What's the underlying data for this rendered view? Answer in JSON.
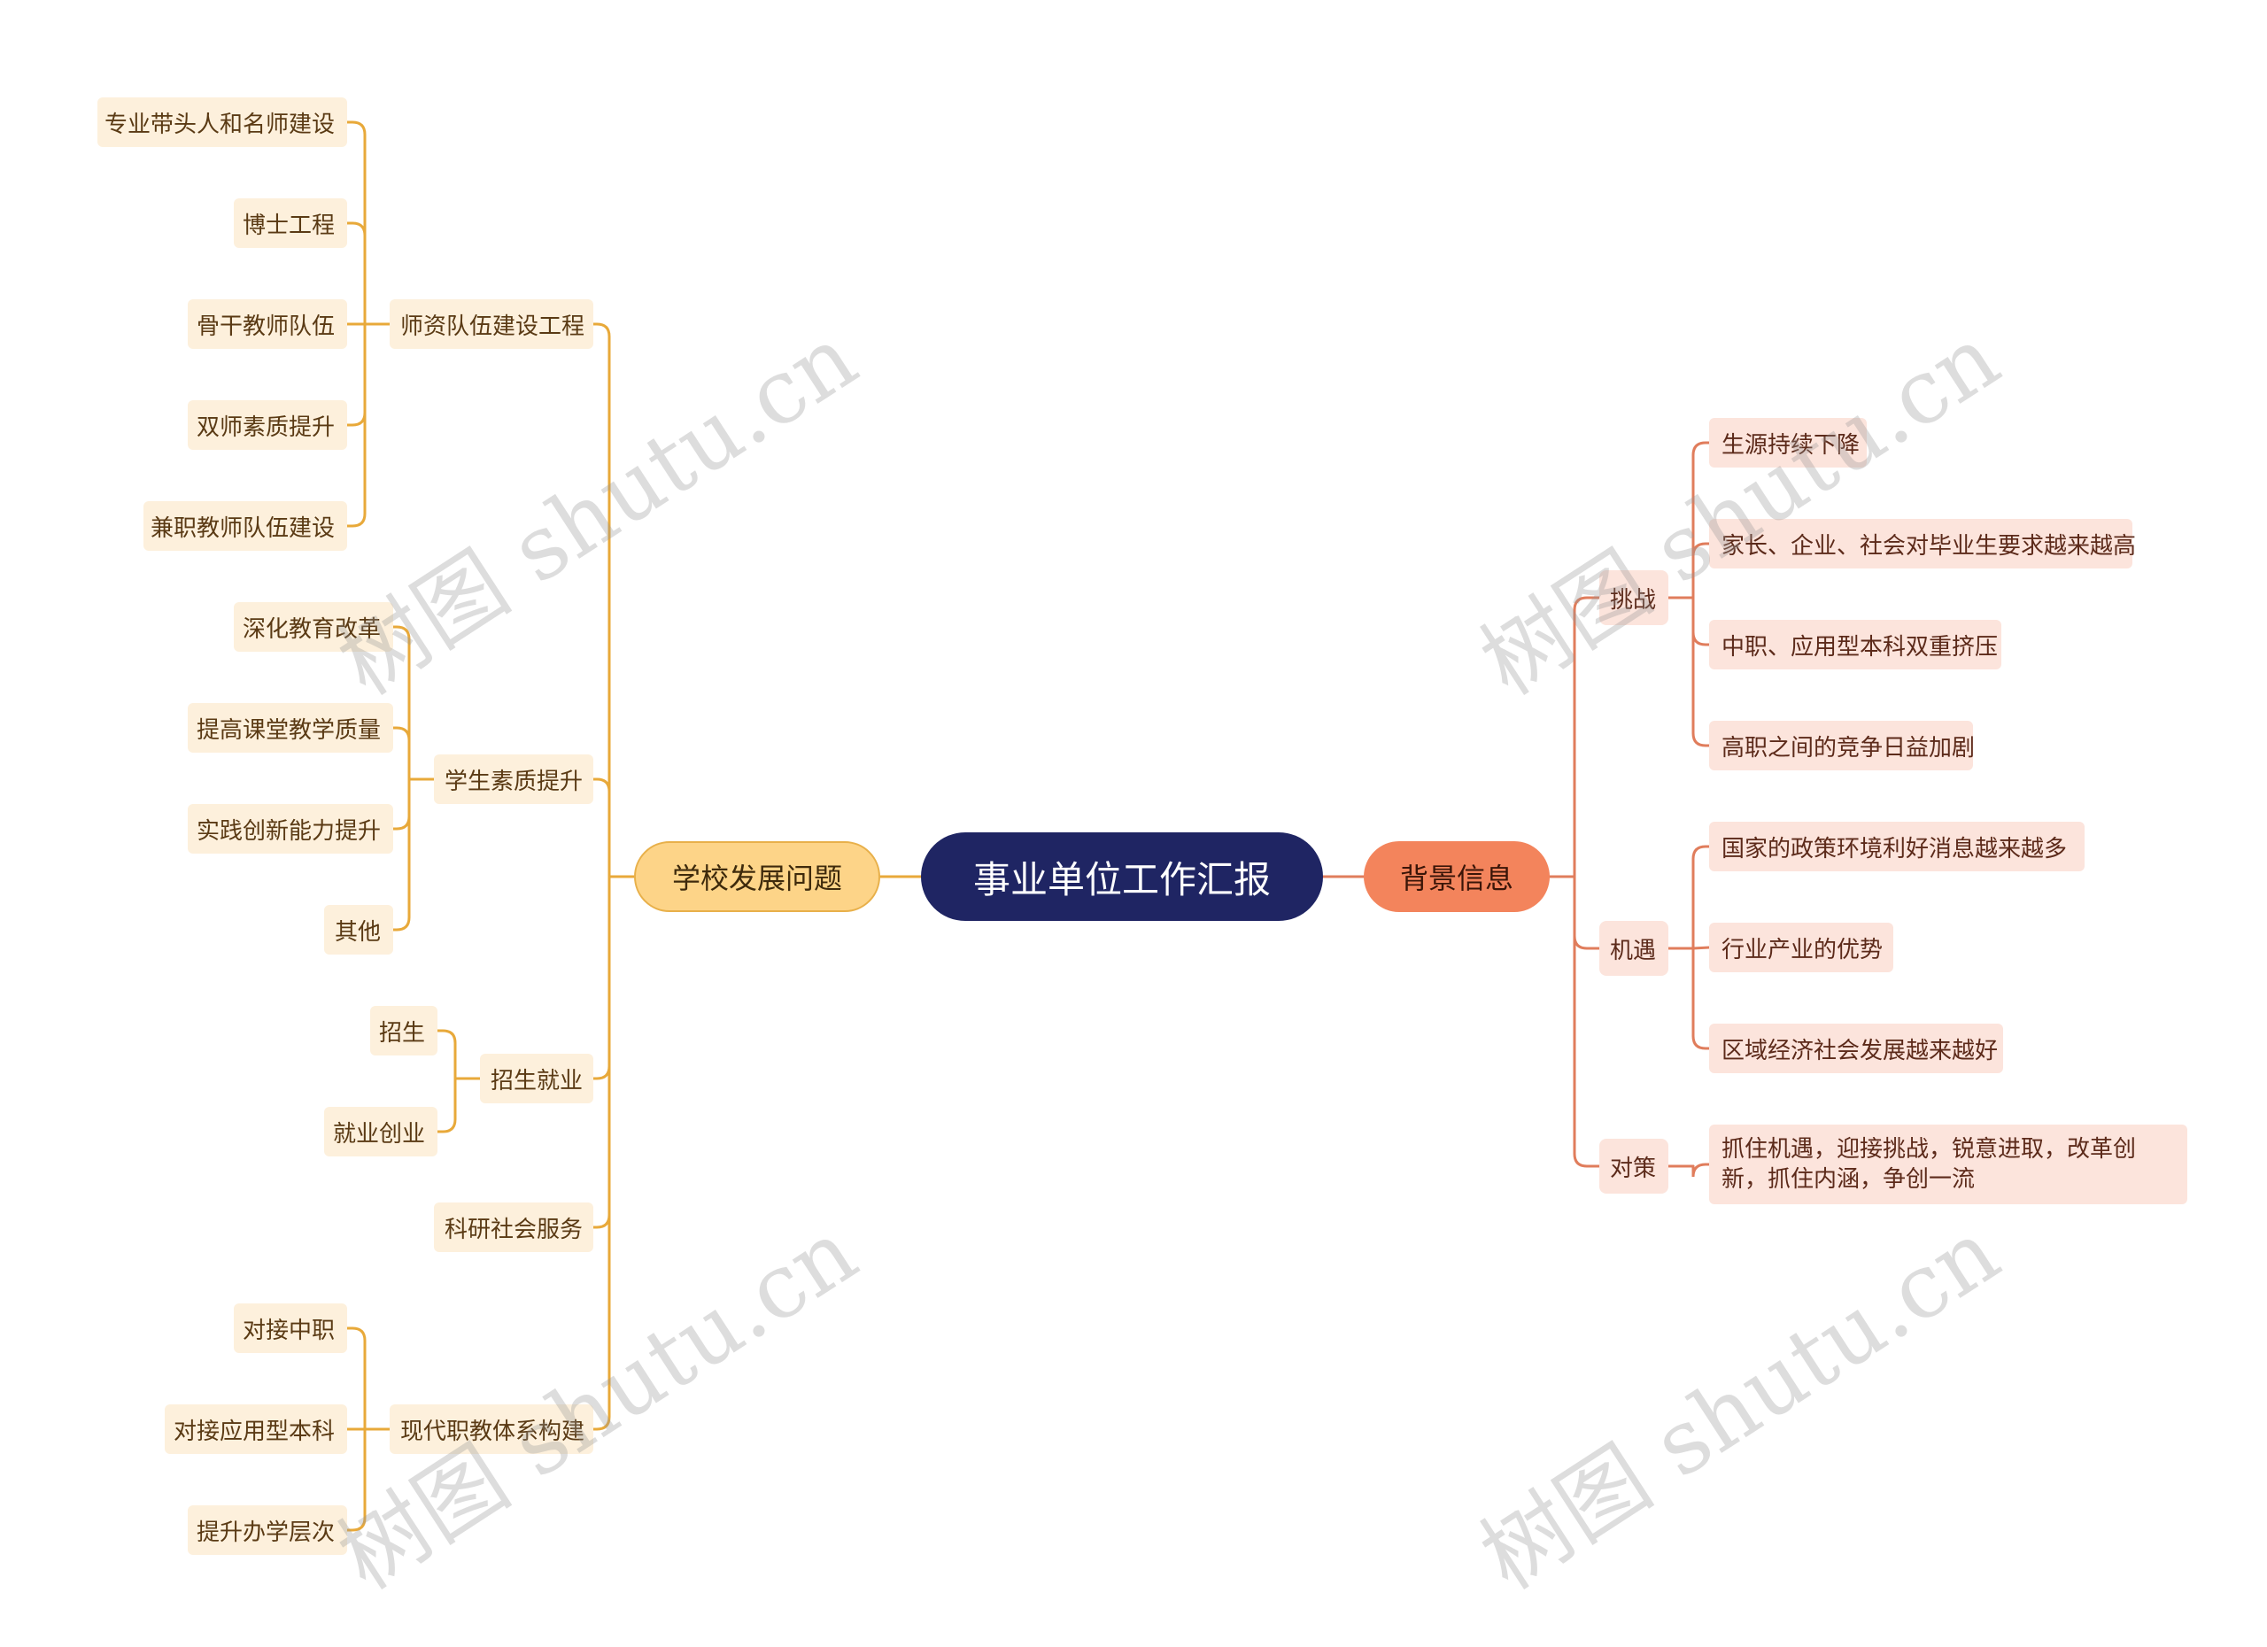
{
  "colors": {
    "root_bg": "#1f2563",
    "left_branch": "#e8a93a",
    "left_node_bg": "#fdf0dc",
    "left_main_bg": "#fdd488",
    "right_branch": "#e07d5c",
    "right_node_bg": "#fce4dc",
    "right_main_bg": "#f3845c"
  },
  "root": {
    "label": "事业单位工作汇报"
  },
  "left": {
    "label": "学校发展问题",
    "groups": [
      {
        "label": "师资队伍建设工程",
        "items": [
          "专业带头人和名师建设",
          "博士工程",
          "骨干教师队伍",
          "双师素质提升",
          "兼职教师队伍建设"
        ]
      },
      {
        "label": "学生素质提升",
        "items": [
          "深化教育改革",
          "提高课堂教学质量",
          "实践创新能力提升",
          "其他"
        ]
      },
      {
        "label": "招生就业",
        "items": [
          "招生",
          "就业创业"
        ]
      },
      {
        "label": "科研社会服务",
        "items": []
      },
      {
        "label": "现代职教体系构建",
        "items": [
          "对接中职",
          "对接应用型本科",
          "提升办学层次"
        ]
      }
    ]
  },
  "right": {
    "label": "背景信息",
    "groups": [
      {
        "label": "挑战",
        "items": [
          "生源持续下降",
          "家长、企业、社会对毕业生要求越来越高",
          "中职、应用型本科双重挤压",
          "高职之间的竞争日益加剧"
        ]
      },
      {
        "label": "机遇",
        "items": [
          "国家的政策环境利好消息越来越多",
          "行业产业的优势",
          "区域经济社会发展越来越好"
        ]
      },
      {
        "label": "对策",
        "items": [
          "抓住机遇，迎接挑战，锐意进取，改革创新，抓住内涵，争创一流"
        ]
      }
    ]
  },
  "watermark": "树图 shutu.cn"
}
